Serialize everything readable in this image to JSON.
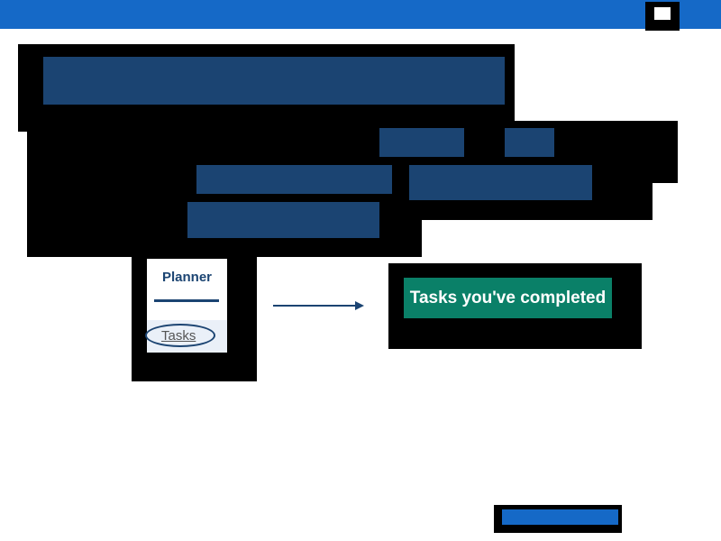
{
  "window": {
    "close_icon": "close-icon"
  },
  "planner": {
    "title": "Planner",
    "tasks_link": "Tasks"
  },
  "result": {
    "button_label": "Tasks you've completed"
  },
  "colors": {
    "topbar": "#1569c7",
    "dark_blue": "#1b4472",
    "green": "#0a8068"
  }
}
